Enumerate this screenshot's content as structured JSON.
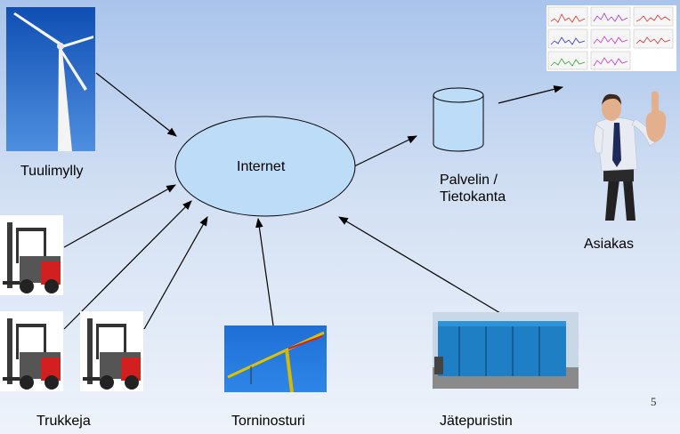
{
  "nodes": {
    "internet": "Internet",
    "server_line1": "Palvelin /",
    "server_line2": "Tietokanta",
    "wind_turbine": "Tuulimylly",
    "forklifts": "Trukkeja",
    "tower_crane": "Torninosturi",
    "compactor": "Jätepuristin",
    "customer": "Asiakas"
  },
  "page_number": "5",
  "colors": {
    "cloud_fill": "#bcdcf7",
    "db_fill": "#bcdcf7",
    "arrow": "#000000"
  },
  "icons": [
    "wind-turbine-photo",
    "forklift-photo",
    "tower-crane-photo",
    "waste-compactor-photo",
    "customer-photo",
    "dashboard-charts-thumbnail",
    "database-cylinder-icon",
    "internet-cloud"
  ]
}
